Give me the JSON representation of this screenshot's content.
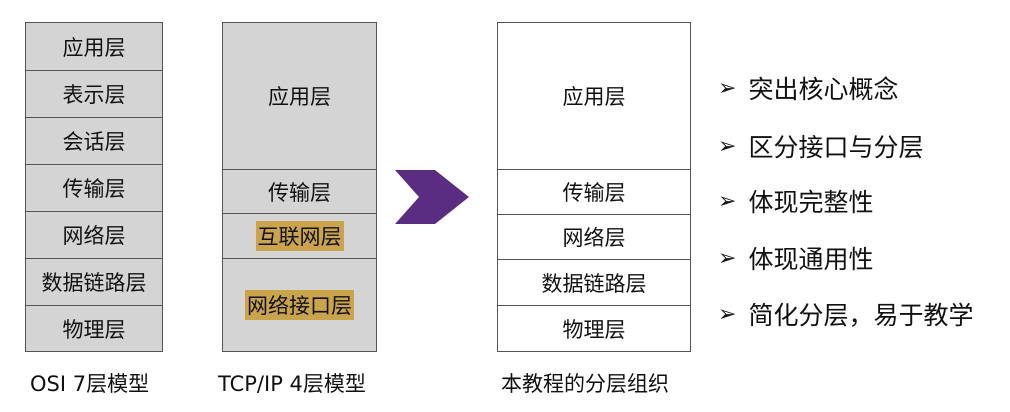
{
  "osi": {
    "caption": "OSI 7层模型",
    "layers": [
      "应用层",
      "表示层",
      "会话层",
      "传输层",
      "网络层",
      "数据链路层",
      "物理层"
    ]
  },
  "tcpip": {
    "caption": "TCP/IP 4层模型",
    "layers": [
      "应用层",
      "传输层",
      "互联网层",
      "网络接口层"
    ]
  },
  "course": {
    "caption": "本教程的分层组织",
    "layers": [
      "应用层",
      "传输层",
      "网络层",
      "数据链路层",
      "物理层"
    ]
  },
  "bullet_mark": "➢",
  "bullets": [
    "突出核心概念",
    "区分接口与分层",
    "体现完整性",
    "体现通用性",
    "简化分层，易于教学"
  ],
  "colors": {
    "arrow": "#5a2d82",
    "highlight": "#c9a44a",
    "gray_fill": "#d4d4d4"
  }
}
